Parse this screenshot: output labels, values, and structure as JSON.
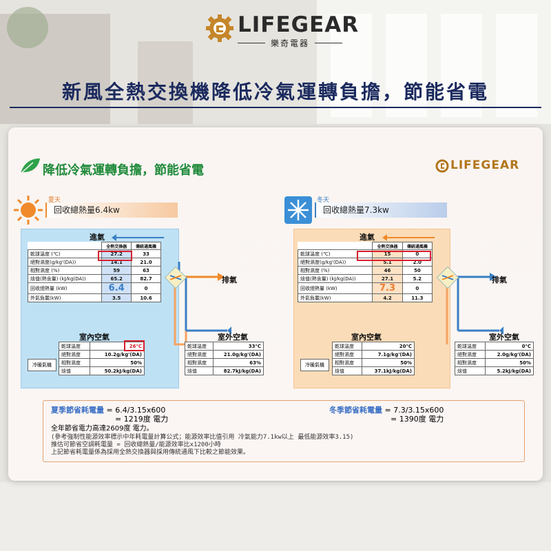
{
  "brand": {
    "name": "LIFEGEAR",
    "sub": "樂奇電器"
  },
  "headline": "新風全熱交換機降低冷氣運轉負擔，節能省電",
  "card": {
    "title": "降低冷氣運轉負擔，節能省電",
    "logo": "LIFEGEAR"
  },
  "summer": {
    "season": "夏天",
    "recovered": "回收總熱量6.4kw",
    "intake": "進氣",
    "exhaust": "排氣",
    "indoor_air": "室內空氣",
    "outdoor_air": "室外空氣",
    "ac_label": "冷暖氣機",
    "col_headers": [
      "全熱交換器",
      "傳統通風機"
    ],
    "rows": [
      {
        "label": "乾球溫度 (℃)",
        "a": "27.2",
        "b": "33"
      },
      {
        "label": "絕對濕度(g/kg'(DA))",
        "a": "14.1",
        "b": "21.0"
      },
      {
        "label": "相對濕度 (%)",
        "a": "59",
        "b": "63"
      },
      {
        "label": "焓值(熱含量) (kJ/kg(DA))",
        "a": "65.2",
        "b": "82.7"
      },
      {
        "label": "回收總熱量 (kW)",
        "a": "6.4",
        "b": "0"
      },
      {
        "label": "外氣負載(kW)",
        "a": "3.5",
        "b": "10.6"
      }
    ],
    "indoor": [
      {
        "label": "乾球溫度",
        "value": "26℃"
      },
      {
        "label": "絕對濕度",
        "value": "10.2g/kg'(DA)"
      },
      {
        "label": "相對濕度",
        "value": "50%"
      },
      {
        "label": "焓值",
        "value": "50.2kJ/kg(DA)"
      }
    ],
    "outdoor": [
      {
        "label": "乾球溫度",
        "value": "33℃"
      },
      {
        "label": "絕對濕度",
        "value": "21.0g/kg'(DA)"
      },
      {
        "label": "相對濕度",
        "value": "63%"
      },
      {
        "label": "焓值",
        "value": "82.7kJ/kg(DA)"
      }
    ]
  },
  "winter": {
    "season": "冬天",
    "recovered": "回收總熱量7.3kw",
    "intake": "進氣",
    "exhaust": "排氣",
    "indoor_air": "室內空氣",
    "outdoor_air": "室外空氣",
    "ac_label": "冷暖氣機",
    "col_headers": [
      "全熱交換器",
      "傳統通風機"
    ],
    "rows": [
      {
        "label": "乾球溫度 (℃)",
        "a": "15",
        "b": "0"
      },
      {
        "label": "絕對濕度(g/kg'(DA))",
        "a": "5.1",
        "b": "2.0"
      },
      {
        "label": "相對濕度 (%)",
        "a": "46",
        "b": "50"
      },
      {
        "label": "焓值(熱含量) (kJ/kg(DA))",
        "a": "27.1",
        "b": "5.2"
      },
      {
        "label": "回收總熱量 (kW)",
        "a": "7.3",
        "b": "0"
      },
      {
        "label": "外氣負載(kW)",
        "a": "4.2",
        "b": "11.3"
      }
    ],
    "indoor": [
      {
        "label": "乾球溫度",
        "value": "20℃"
      },
      {
        "label": "絕對濕度",
        "value": "7.1g/kg'(DA)"
      },
      {
        "label": "相對濕度",
        "value": "50%"
      },
      {
        "label": "焓值",
        "value": "37.1kJ/kg(DA)"
      }
    ],
    "outdoor": [
      {
        "label": "乾球溫度",
        "value": "0℃"
      },
      {
        "label": "絕對濕度",
        "value": "2.0g/kg'(DA)"
      },
      {
        "label": "相對濕度",
        "value": "50%"
      },
      {
        "label": "焓值",
        "value": "5.2kJ/kg(DA)"
      }
    ]
  },
  "savings": {
    "summer_label": "夏季節省耗電量",
    "summer_formula": "= 6.4/3.15x600",
    "summer_result": "= 1219度 電力",
    "winter_label": "冬季節省耗電量",
    "winter_formula": "= 7.3/3.15x600",
    "winter_result": "= 1390度 電力",
    "total": "全年節省電力高達2609度 電力。",
    "note1": "(參考強制性能源效率標示中年耗電量計算公式；能源效率比值引用  冷氣能力7.1kw以上  最低能源效率3.15)",
    "note2": "推估可節省空調耗電量 =  回收總熱量/能源效率比x1200小時",
    "note3": "上記節省耗電量係為採用全熱交換器與採用傳統通風下比較之節能效果。"
  },
  "colors": {
    "navy": "#1b2a5e",
    "green": "#1f8a3a",
    "orange": "#f07a2a",
    "blue": "#3a7fc4",
    "red": "#d81e2c",
    "gold": "#b2761c"
  }
}
